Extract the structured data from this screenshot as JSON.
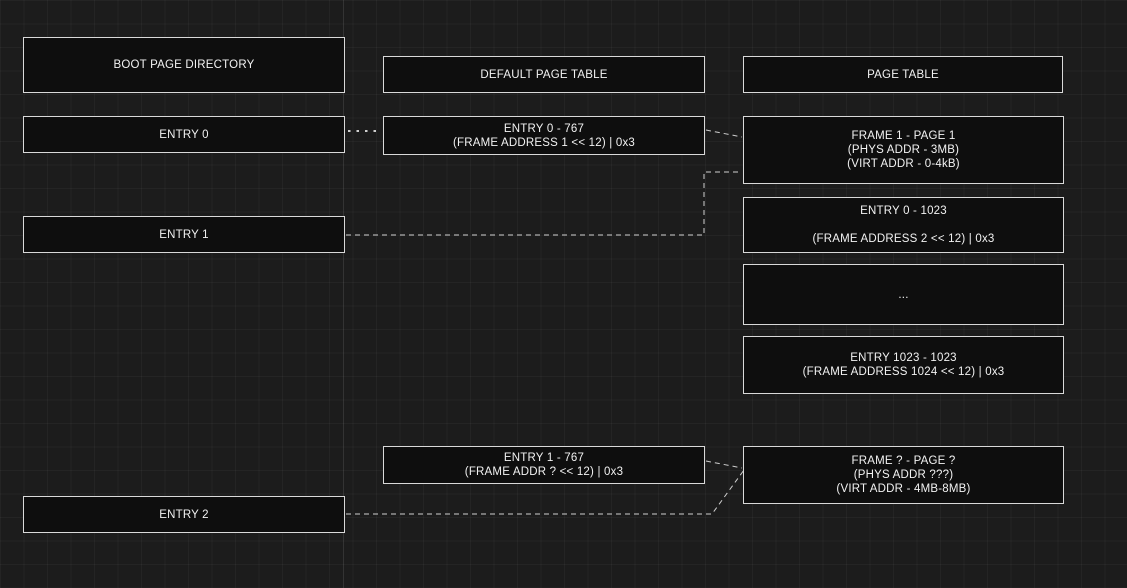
{
  "theme": {
    "background": "#1c1c1c",
    "node_fill": "#0e0e0e",
    "node_border": "#d9d9d9",
    "text_color": "#f2f2f2",
    "connector_color": "#cfcfcf"
  },
  "diagram": {
    "boot": {
      "title": "BOOT PAGE DIRECTORY",
      "entry0": "ENTRY 0",
      "entry1": "ENTRY 1",
      "entry2": "ENTRY 2"
    },
    "default_page_table": {
      "title": "DEFAULT PAGE TABLE",
      "entry0_line1": "ENTRY 0 - 767",
      "entry0_line2": "(FRAME ADDRESS 1 << 12) | 0x3",
      "entry1_line1": "ENTRY 1 - 767",
      "entry1_line2": "(FRAME ADDR ? << 12)  | 0x3"
    },
    "page_table": {
      "title": "PAGE TABLE",
      "frame1_line1": "FRAME 1 - PAGE 1",
      "frame1_line2": "(PHYS ADDR - 3MB)",
      "frame1_line3": "(VIRT ADDR - 0-4kB)",
      "entry0_line1": "ENTRY 0 - 1023",
      "entry0_line2": "(FRAME ADDRESS 2 << 12) | 0x3",
      "ellipsis": "...",
      "entry1023_line1": "ENTRY 1023 - 1023",
      "entry1023_line2": "(FRAME ADDRESS 1024 << 12) | 0x3",
      "frameq_line1": "FRAME ? - PAGE ?",
      "frameq_line2": "(PHYS ADDR ???)",
      "frameq_line3": "(VIRT ADDR - 4MB-8MB)"
    }
  }
}
